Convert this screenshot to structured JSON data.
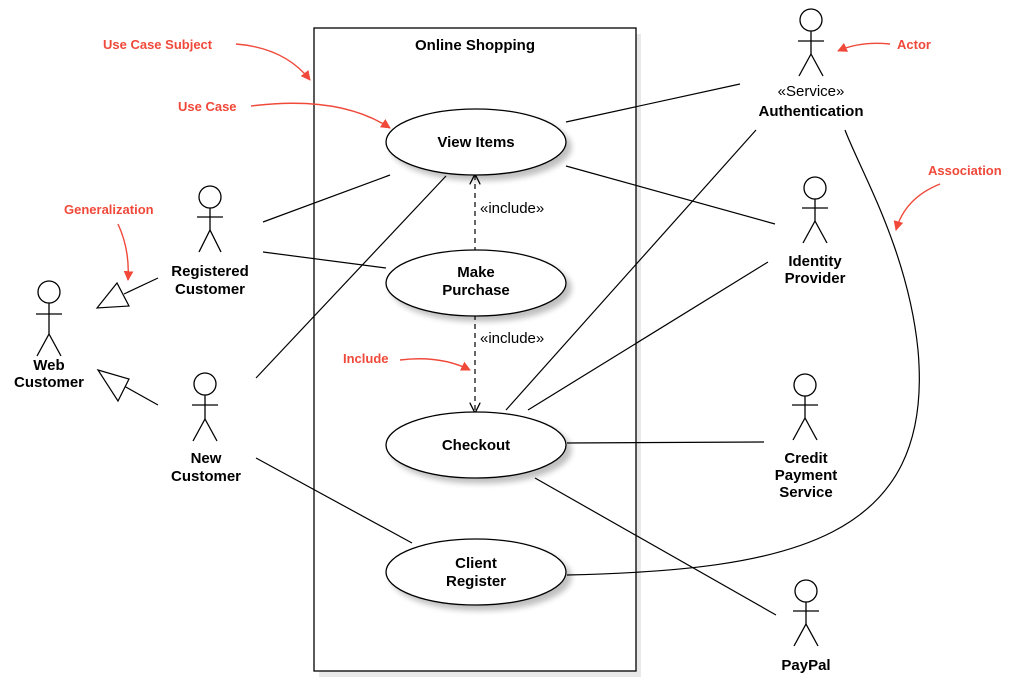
{
  "colors": {
    "annotation": "#f0493a",
    "stroke": "#000000",
    "background": "#ffffff"
  },
  "system": {
    "title": "Online Shopping"
  },
  "use_cases": {
    "view_items": [
      "View Items"
    ],
    "make_purchase": [
      "Make",
      "Purchase"
    ],
    "checkout": [
      "Checkout"
    ],
    "client_register": [
      "Client",
      "Register"
    ]
  },
  "actors": {
    "web_customer": [
      "Web",
      "Customer"
    ],
    "registered_customer": [
      "Registered",
      "Customer"
    ],
    "new_customer": [
      "New",
      "Customer"
    ],
    "authentication": {
      "stereotype": "«Service»",
      "name": "Authentication"
    },
    "identity_provider": [
      "Identity",
      "Provider"
    ],
    "credit_payment_service": [
      "Credit",
      "Payment",
      "Service"
    ],
    "paypal": [
      "PayPal"
    ]
  },
  "relations": {
    "include_1": "«include»",
    "include_2": "«include»"
  },
  "annotations": {
    "use_case_subject": "Use Case Subject",
    "use_case": "Use Case",
    "generalization": "Generalization",
    "include": "Include",
    "actor": "Actor",
    "association": "Association"
  }
}
